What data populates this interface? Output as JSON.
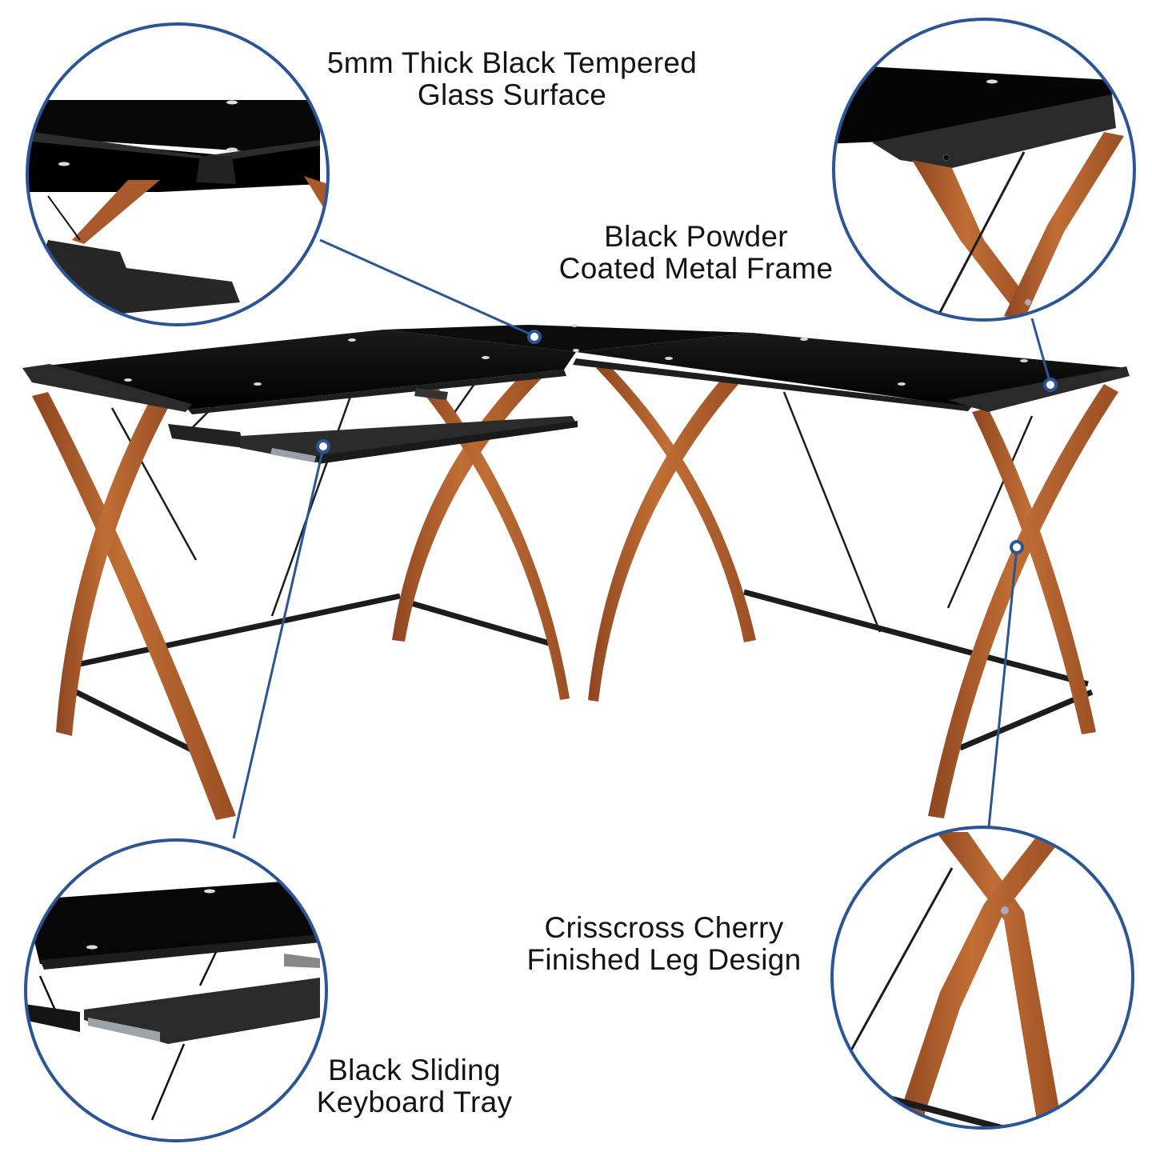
{
  "infographic": {
    "subject": "L-shaped desk with black glass top and cherry crisscross legs",
    "accent_color": "#2b5595",
    "glass_color": "#050505",
    "frame_color": "#222222",
    "wood_color": "#b5642e"
  },
  "features": [
    {
      "id": "glass-surface",
      "line1": "5mm Thick Black Tempered",
      "line2": "Glass Surface",
      "icon": "magnifier-callout-icon"
    },
    {
      "id": "metal-frame",
      "line1": "Black Powder",
      "line2": "Coated Metal Frame",
      "icon": "magnifier-callout-icon"
    },
    {
      "id": "keyboard-tray",
      "line1": "Black Sliding",
      "line2": "Keyboard Tray",
      "icon": "magnifier-callout-icon"
    },
    {
      "id": "leg-design",
      "line1": "Crisscross Cherry",
      "line2": "Finished Leg Design",
      "icon": "magnifier-callout-icon"
    }
  ]
}
